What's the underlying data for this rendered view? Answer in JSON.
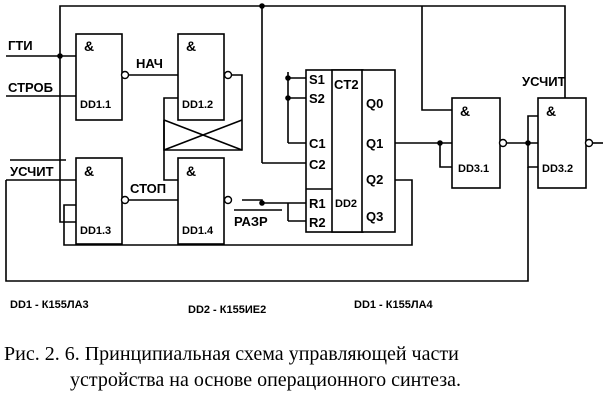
{
  "signals": {
    "gti": "ГТИ",
    "strob": "СТРОБ",
    "usch_in": "УСЧИТ",
    "nach": "НАЧ",
    "stop": "СТОП",
    "razr": "РАЗР",
    "usch_out": "УСЧИТ"
  },
  "gates": {
    "and_symbol": "&",
    "dd1_1": "DD1.1",
    "dd1_2": "DD1.2",
    "dd1_3": "DD1.3",
    "dd1_4": "DD1.4",
    "dd3_1": "DD3.1",
    "dd3_2": "DD3.2"
  },
  "counter": {
    "type": "CT2",
    "name": "DD2",
    "pins": {
      "s1": "S1",
      "s2": "S2",
      "c1": "C1",
      "c2": "C2",
      "r1": "R1",
      "r2": "R2",
      "q0": "Q0",
      "q1": "Q1",
      "q2": "Q2",
      "q3": "Q3"
    }
  },
  "chips": {
    "dd1a": "DD1 - К155ЛА3",
    "dd2": "DD2 - К155ИЕ2",
    "dd1b": "DD1 - К155ЛА4"
  },
  "caption": {
    "line1": "Рис. 2. 6. Принципиальная  схема  управляющей  части",
    "line2": "устройства  на  основе  операционного синтеза."
  }
}
